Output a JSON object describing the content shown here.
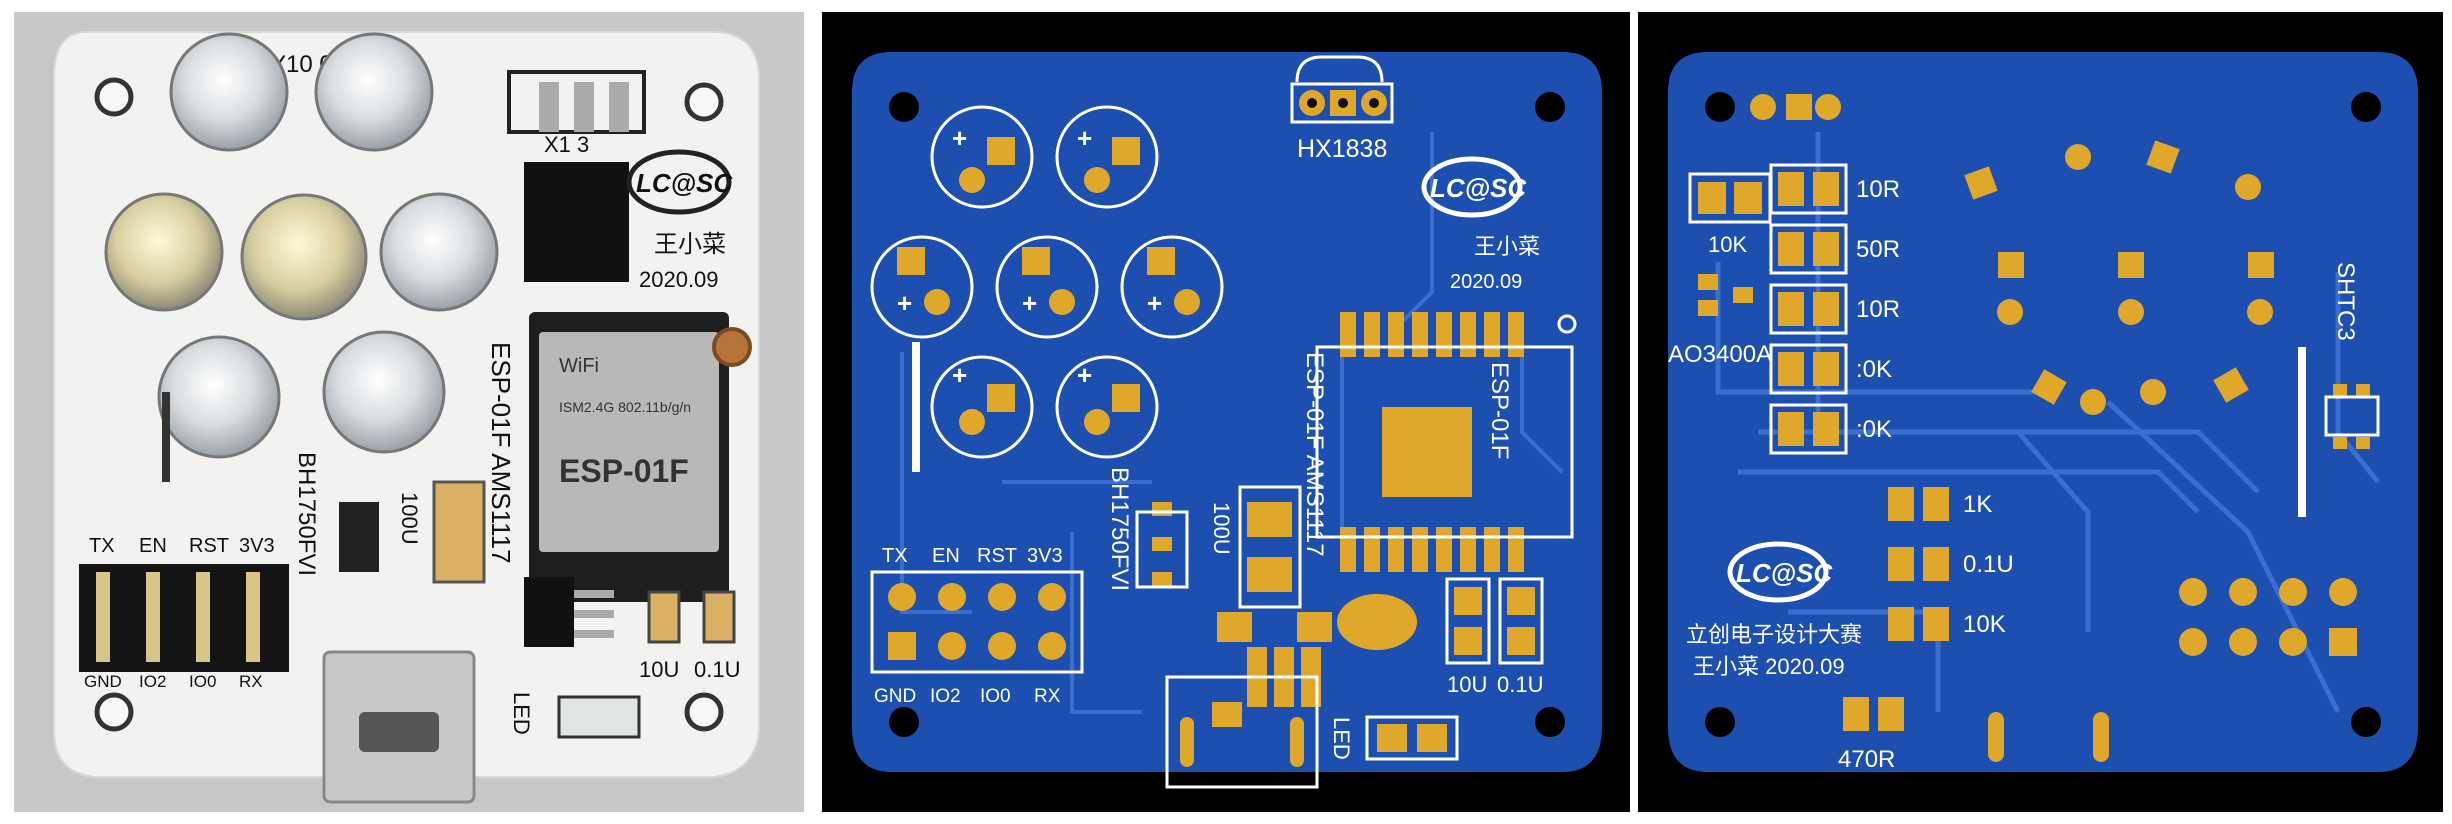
{
  "photo": {
    "marking_top": "42A_Y10    04",
    "hx_label": "X1 3",
    "brand": "LC@SC",
    "author": "王小菜",
    "date": "2020.09",
    "module_label": "ESP-01F AMS1117",
    "sensor_label": "BH1750FVI",
    "cap_label": "100U",
    "header_top": [
      "TX",
      "EN",
      "RST",
      "3V3"
    ],
    "header_bottom": [
      "GND",
      "IO2",
      "IO0",
      "RX"
    ],
    "cap_small": [
      "10U",
      "0.1U"
    ],
    "led_label": "LED",
    "wifi_text": "WiFi",
    "chip_text": "ESP-01F",
    "chip_sub": "ISM2.4G 802.11b/g/n"
  },
  "front": {
    "hx_label": "HX1838",
    "brand": "LC@SC",
    "author": "王小菜",
    "date": "2020.09",
    "module_label": "ESP-01F AMS1117",
    "module_label2": "ESP-01F",
    "sensor_label": "BH1750FVI",
    "cap_label": "100U",
    "header_top": [
      "TX",
      "EN",
      "RST",
      "3V3"
    ],
    "header_bottom": [
      "GND",
      "IO2",
      "IO0",
      "RX"
    ],
    "cap_small": [
      "10U",
      "0.1U"
    ],
    "led_label": "LED",
    "plus": "+"
  },
  "back": {
    "r_labels": [
      "10R",
      "50R",
      "10R",
      ":0K",
      ":0K"
    ],
    "r10k": "10K",
    "mosfet": "AO3400A",
    "sht": "SHTC3",
    "col2": [
      "1K",
      "0.1U",
      "10K"
    ],
    "brand": "LC@SC",
    "contest": "立创电子设计大赛",
    "author_date": "王小菜 2020.09",
    "r470": "470R"
  }
}
